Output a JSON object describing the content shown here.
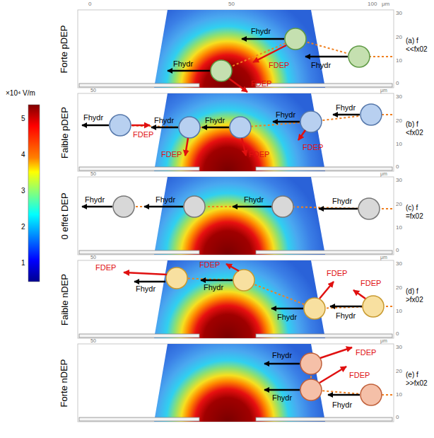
{
  "diagram": {
    "labels": [
      "×10⁴ V/m",
      "5",
      "4",
      "3",
      "2",
      "1",
      "Forte pDEP",
      "Faible pDEP",
      "0 effet DEP",
      "Faible nDEP",
      "Forte nDEP",
      "0",
      "50",
      "100",
      "μm",
      "30",
      "20",
      "10",
      "0",
      "50",
      "μm",
      "Fhydr",
      "Fhydr",
      "Fhydr",
      "FDEP",
      "FDEP",
      "(a) f <<fx02",
      "30",
      "20",
      "10",
      "0",
      "50",
      "μm",
      "Fhydr",
      "Fhydr",
      "Fhydr",
      "Fhydr",
      "Fhydr",
      "FDEP",
      "FDEP",
      "FDEP",
      "FDEP",
      "(b) f <fx02",
      "30",
      "20",
      "10",
      "0",
      "50",
      "μm",
      "Fhydr",
      "Fhydr",
      "Fhydr",
      "Fhydr",
      "(c) f =fx02",
      "30",
      "20",
      "10",
      "0",
      "50",
      "μm",
      "Fhydr",
      "Fhydr",
      "Fhydr",
      "Fhydr",
      "FDEP",
      "FDEP",
      "FDEP",
      "FDEP",
      "(d) f >fx02",
      "30",
      "20",
      "10",
      "0",
      "Fhydr",
      "Fhydr",
      "Fhydr",
      "FDEP",
      "FDEP",
      "(e) f >>fx02"
    ]
  }
}
